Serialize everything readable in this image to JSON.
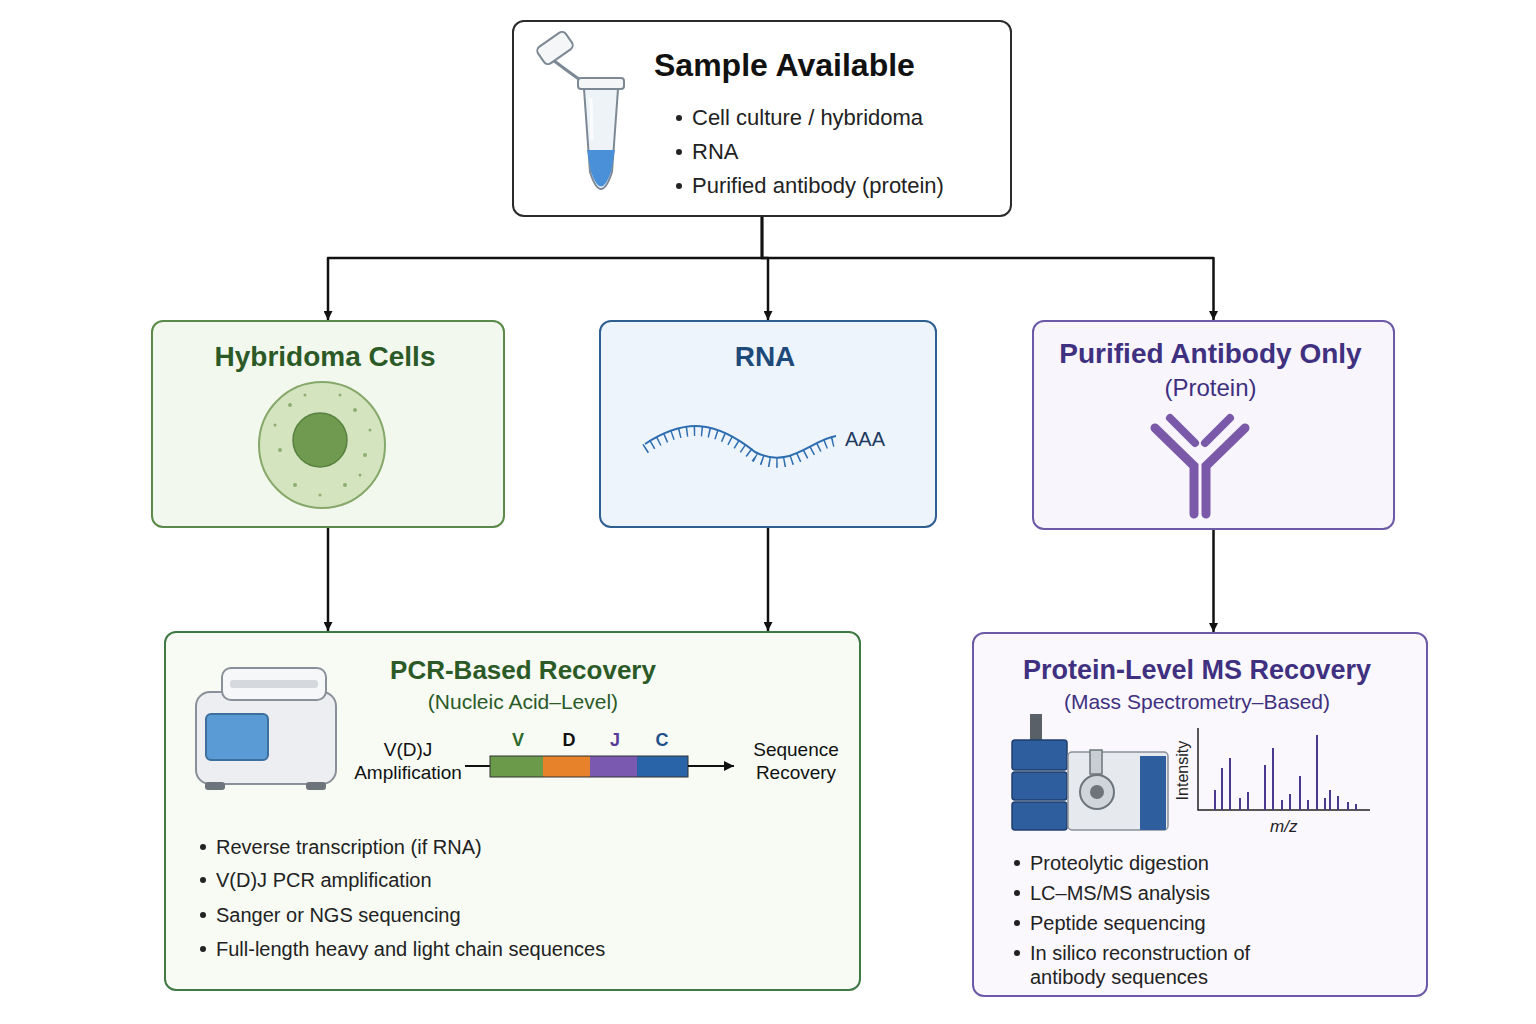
{
  "diagram": {
    "nodes": [
      {
        "text": [
          "Sample Available",
          "Cell culture / hybridoma",
          "RNA",
          "Purified antibody (protein)"
        ]
      },
      {
        "text": [
          "Hybridoma Cells"
        ]
      },
      {
        "text": [
          "RNA",
          "AAA"
        ]
      },
      {
        "text": [
          "Purified Antibody Only",
          "(Protein)"
        ]
      },
      {
        "text": [
          "PCR-Based Recovery",
          "(Nucleic Acid–Level)",
          "V(D)J Amplification",
          "V",
          "D",
          "J",
          "C",
          "Sequence Recovery",
          "Reverse transcription (if RNA)",
          "V(D)J PCR amplification",
          "Sanger or NGS sequencing",
          "Full-length heavy and light chain sequences"
        ]
      },
      {
        "text": [
          "Protein-Level MS Recovery",
          "(Mass Spectrometry–Based)",
          "Intensity",
          "m/z",
          "Proteolytic digestion",
          "LC–MS/MS analysis",
          "Peptide sequencing",
          "In silico reconstruction of antibody sequences"
        ]
      }
    ],
    "edges": [
      {
        "from": 0,
        "to": 1,
        "arrow": "to"
      },
      {
        "from": 0,
        "to": 2,
        "arrow": "to"
      },
      {
        "from": 0,
        "to": 3,
        "arrow": "to"
      },
      {
        "from": 1,
        "to": 4,
        "arrow": "to"
      },
      {
        "from": 2,
        "to": 4,
        "arrow": "to"
      },
      {
        "from": 3,
        "to": 5,
        "arrow": "to"
      }
    ]
  }
}
